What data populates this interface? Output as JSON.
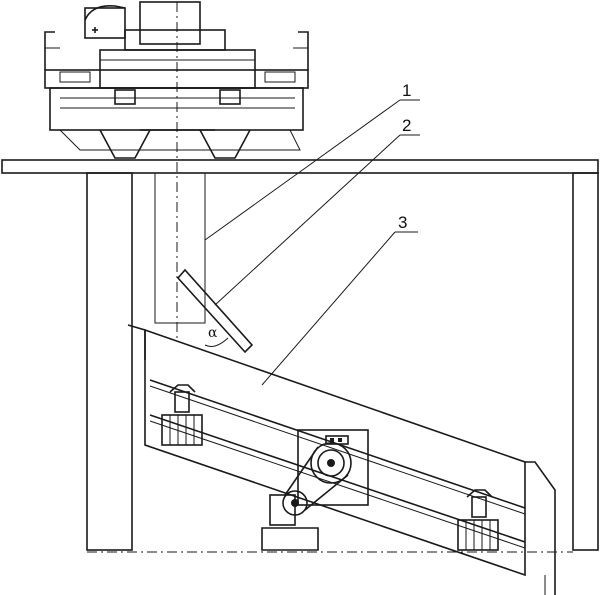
{
  "labels": {
    "one": "1",
    "two": "2",
    "three": "3",
    "angle": "α"
  },
  "colors": {
    "ink": "#1a1a1a",
    "paper": "#ffffff"
  }
}
